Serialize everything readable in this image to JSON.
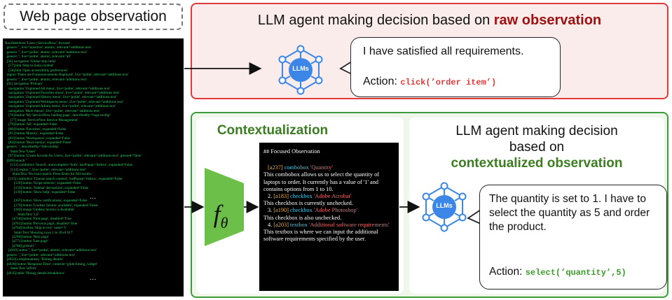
{
  "observation": {
    "title": "Web page observation",
    "tree_lines": [
      {
        "t": "RootWebArea 'Users | ServiceNow', focused",
        "c": ""
      },
      {
        "t": "  generic '', live='assertive', atomic, relevant='additions text'",
        "c": ""
      },
      {
        "t": "  generic '', live='polite', atomic, relevant='additions text'",
        "c": ""
      },
      {
        "t": "  generic '', live='polite', atomic, relevant='all'",
        "c": ""
      },
      {
        "t": "  [56] navigation 'Global skip links'",
        "c": ""
      },
      {
        "t": "    [57] link 'Skip to main content'",
        "c": ""
      },
      {
        "t": "    [58] link 'Open accessibility preferences'",
        "c": ""
      },
      {
        "t": "  region 'There are 0 announcements displayed', live='polite', relevant='additions text'",
        "c": ""
      },
      {
        "t": "  generic '', live='polite', atomic, relevant='additions text'",
        "c": ""
      },
      {
        "t": "  [62] navigation 'Primary'",
        "c": ""
      },
      {
        "t": "    navigation 'Unpinned All menu', live='polite', relevant='additions text'",
        "c": ""
      },
      {
        "t": "    navigation 'Unpinned Favorites menu', live='polite', relevant='additions text'",
        "c": ""
      },
      {
        "t": "    navigation 'Unpinned History menu', live='polite', relevant='additions text'",
        "c": ""
      },
      {
        "t": "    navigation 'Unpinned Workspaces menu', live='polite', relevant='additions text'",
        "c": ""
      },
      {
        "t": "    navigation 'Unpinned Admin menu', live='polite', relevant='additions text'",
        "c": ""
      },
      {
        "t": "    navigation 'More menus', live='polite', relevant='additions text'",
        "c": ""
      },
      {
        "t": "    [76] button 'My ServiceNow landing page', describedby='logo-tooltip'",
        "c": ""
      },
      {
        "t": "      [77] image 'ServiceNow Service Management'",
        "c": ""
      },
      {
        "t": "    [79] button 'All', expanded=False",
        "c": ""
      },
      {
        "t": "    [80] button 'Favorites', expanded=False",
        "c": ""
      },
      {
        "t": "    [81] button 'History', expanded=False",
        "c": ""
      },
      {
        "t": "    [82] button 'Workspaces', expanded=False",
        "c": ""
      },
      {
        "t": "    [84] button 'More menus', expanded=False",
        "c": ""
      },
      {
        "t": "  generic '', describedby='title-tooltip'",
        "c": ""
      },
      {
        "t": "      StaticText 'Users'",
        "c": ""
      },
      {
        "t": "    [97] button 'Create favorite for Users', live='polite', relevant='additions text', pressed='false'",
        "c": ""
      },
      {
        "t": "  [109] search ''",
        "c": ""
      },
      {
        "t": "      [113] combobox 'Search', autocomplete='both', hasPopup='listbox', expanded=False",
        "c": ""
      },
      {
        "t": "      [114] region '', live='polite', relevant='additions text'",
        "c": ""
      },
      {
        "t": "        StaticText 'No exact match. Press Enter for full results.'",
        "c": ""
      },
      {
        "t": "    [115] combobox 'Choose search context', hasPopup='listbox', expanded=False",
        "c": ""
      },
      {
        "t": "          [126] button 'Scope selector', expanded=False",
        "c": ""
      },
      {
        "t": "          [133] button 'Sidebar discussions', expanded=False",
        "c": ""
      },
      {
        "t": "          [139] button 'Show help', expanded=False",
        "c": ""
      },
      {
        "t": "...",
        "c": "dots"
      },
      {
        "t": "          [167] button 'Show notifications', expanded=False",
        "c": ""
      },
      {
        "t": "          [179] button 'Lindsey Sexton: available', expanded=False",
        "c": ""
      },
      {
        "t": "          [182] image 'Lindsey Sexton is Available'",
        "c": ""
      },
      {
        "t": "              StaticText 'LS'",
        "c": ""
      },
      {
        "t": "        [a758] button 'First page', disabled=True",
        "c": ""
      },
      {
        "t": "        [a761] button 'Previous page', disabled=True",
        "c": ""
      },
      {
        "t": "        [a764] textbox 'Skip to row' value='1'",
        "c": ""
      },
      {
        "t": "          StaticText 'Showing rows 1 to 20 of 617'",
        "c": ""
      },
      {
        "t": "        [a769] button 'Next page'",
        "c": ""
      },
      {
        "t": "        [a771] button 'Last page'",
        "c": ""
      },
      {
        "t": "        [a780] gridcell ''",
        "c": ""
      },
      {
        "t": "    [a919] status '', live='polite', atomic, relevant='additions text'",
        "c": ""
      },
      {
        "t": "  generic '', live='polite', relevant='additions text'",
        "c": ""
      },
      {
        "t": "  [a922] complementary 'Timing details'",
        "c": ""
      },
      {
        "t": "  [a926] button 'Response Time', controls='glide:timing_widget'",
        "c": ""
      },
      {
        "t": "      StaticText 'sdf1th'",
        "c": ""
      },
      {
        "t": "  [a935] table 'Timing details breakdown'",
        "c": ""
      },
      {
        "t": "...",
        "c": "dots"
      }
    ]
  },
  "top": {
    "title_prefix": "LLM agent making decision based on ",
    "title_emphasis": "raw observation",
    "llm_label": "LLMs",
    "bubble_text": "I have satisfied all requirements.",
    "action_label": "Action: ",
    "action_code": "click(’order item’)",
    "result_icon": "cross-icon",
    "colors": {
      "border": "#e03a3a",
      "fill": "#fbecec",
      "emphasis": "#a01010"
    }
  },
  "bottom": {
    "ctx_title": "Contextualization",
    "ftheta": "f",
    "ftheta_sub": "θ",
    "focus": {
      "heading": "## Focused Observation",
      "items": [
        {
          "num": "",
          "ref": "[a237]",
          "role": "combobox",
          "name": "'Quantity'",
          "desc": "This combobox allows us to select the quantity of laptops to order. It currently has a value of '1' and contains options from 1 to 10."
        },
        {
          "num": "2. ",
          "ref": "[a183]",
          "role": "checkbox",
          "name": "'Adobe Acrobat'",
          "desc": "This checkbox is currently unchecked."
        },
        {
          "num": "3. ",
          "ref": "[a190]",
          "role": "checkbox",
          "name": "'Adobe Photoshop'",
          "desc": "This checkbox is also unchecked."
        },
        {
          "num": "4. ",
          "ref": "[a203]",
          "role": "textbox",
          "name": "'Additional software requirements'",
          "desc": "This textbox is where we can input the additional software requirements specified by the user."
        }
      ]
    },
    "decision_title_line1": "LLM agent making decision",
    "decision_title_line2": "based on",
    "decision_title_emphasis": "contextualized observation",
    "llm_label": "LLMs",
    "bubble_text": "The quantity is set to 1. I have to select the quantity as 5 and order the product.",
    "action_label": "Action: ",
    "action_code": "select(’quantity’,5)",
    "result_icon": "check-icon",
    "colors": {
      "border": "#3a9c3a",
      "fill": "#eef7e9",
      "emphasis": "#3c7d22",
      "trapezoid": "#6cc04a"
    }
  }
}
